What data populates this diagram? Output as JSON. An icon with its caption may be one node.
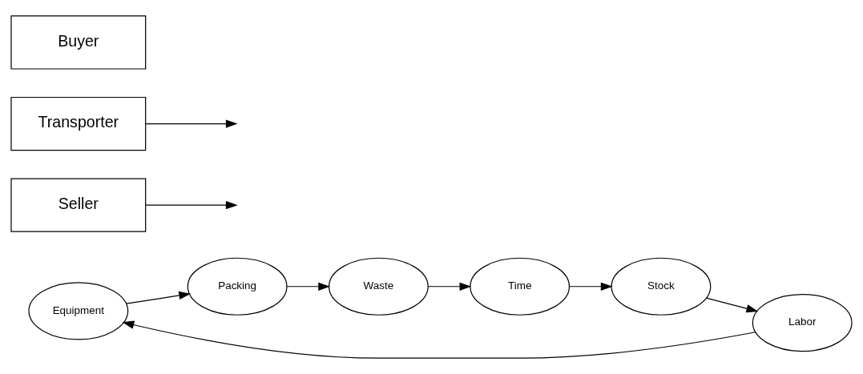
{
  "diagram": {
    "nodes": [
      {
        "text": [
          "Equipment"
        ]
      },
      {
        "text": [
          "Labor"
        ]
      },
      {
        "text": [
          "Packing"
        ]
      },
      {
        "text": [
          "Seller"
        ]
      },
      {
        "text": [
          "Transporter"
        ]
      },
      {
        "text": [
          "Buyer"
        ]
      },
      {
        "text": [
          "Stock"
        ]
      },
      {
        "text": [
          "Waste"
        ]
      },
      {
        "text": [
          "Time"
        ]
      }
    ],
    "edges": [
      {
        "from": 3,
        "to": null,
        "arrow": "to"
      },
      {
        "from": 4,
        "to": null,
        "arrow": "to"
      },
      {
        "from": 6,
        "to": 1,
        "arrow": "to"
      },
      {
        "from": 1,
        "to": 0,
        "arrow": "to"
      },
      {
        "from": 0,
        "to": 2,
        "arrow": "to"
      },
      {
        "from": 2,
        "to": 7,
        "arrow": "to"
      },
      {
        "from": 7,
        "to": 8,
        "arrow": "to"
      },
      {
        "from": 8,
        "to": 6,
        "arrow": "to"
      }
    ]
  }
}
